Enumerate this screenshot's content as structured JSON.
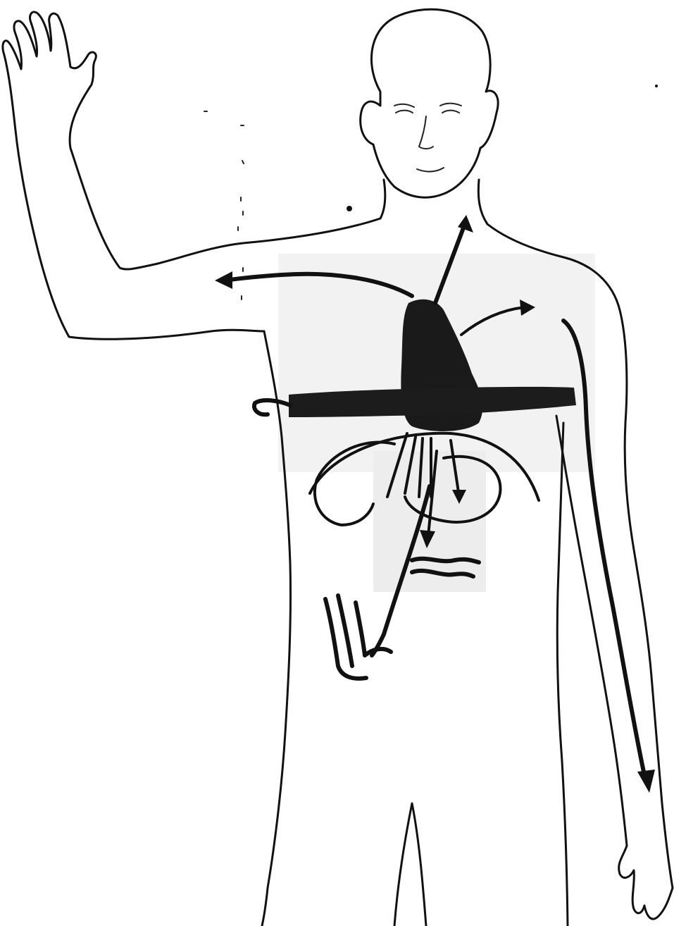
{
  "diagram": {
    "subject": "human-figure-outline",
    "colors": {
      "background": "#ffffff",
      "ink": "#111111",
      "shading": "#f2f2f2"
    },
    "radiation_pattern": {
      "origin": "chest",
      "directions": [
        "neck",
        "left-arm",
        "right-shoulder",
        "back",
        "epigastrium",
        "abdomen",
        "right-arm"
      ]
    }
  }
}
